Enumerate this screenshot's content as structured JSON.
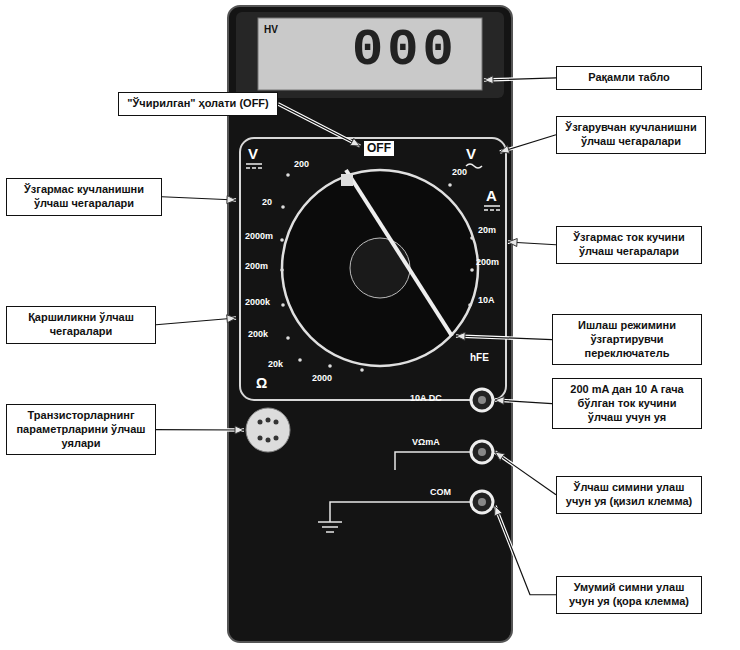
{
  "diagram": {
    "nodes": [
      {
        "text": [
          "Рақамли табло"
        ]
      },
      {
        "text": [
          "\"Ўчирилган\" ҳолати (OFF)"
        ]
      },
      {
        "text": [
          "Ўзгарувчан кучланишни ўлчаш чегаралари"
        ]
      },
      {
        "text": [
          "Ўзгармас кучланишни ўлчаш чегаралари"
        ]
      },
      {
        "text": [
          "Ўзгармас ток кучини ўлчаш чегаралари"
        ]
      },
      {
        "text": [
          "Ишлаш режимини ўзгартирувчи переключатель"
        ]
      },
      {
        "text": [
          "Қаршиликни ўлчаш чегаралари"
        ]
      },
      {
        "text": [
          "200 mA дан 10 A гача бўлган ток кучини ўлчаш учун уя"
        ]
      },
      {
        "text": [
          "Транзисторларнинг параметрларини ўлчаш уялари"
        ]
      },
      {
        "text": [
          "Ўлчаш симини улаш учун уя (қизил клемма)"
        ]
      },
      {
        "text": [
          "Умумий симни улаш учун уя (қора клемма)"
        ]
      }
    ],
    "labels": [
      "HV",
      "000",
      "OFF",
      "V",
      "V",
      "A",
      "200",
      "20",
      "2000m",
      "200m",
      "2000k",
      "200k",
      "20k",
      "2000",
      "200",
      "20m",
      "200m",
      "10A",
      "hFE",
      "Ω",
      "10A DC",
      "VΩmA",
      "COM"
    ]
  }
}
